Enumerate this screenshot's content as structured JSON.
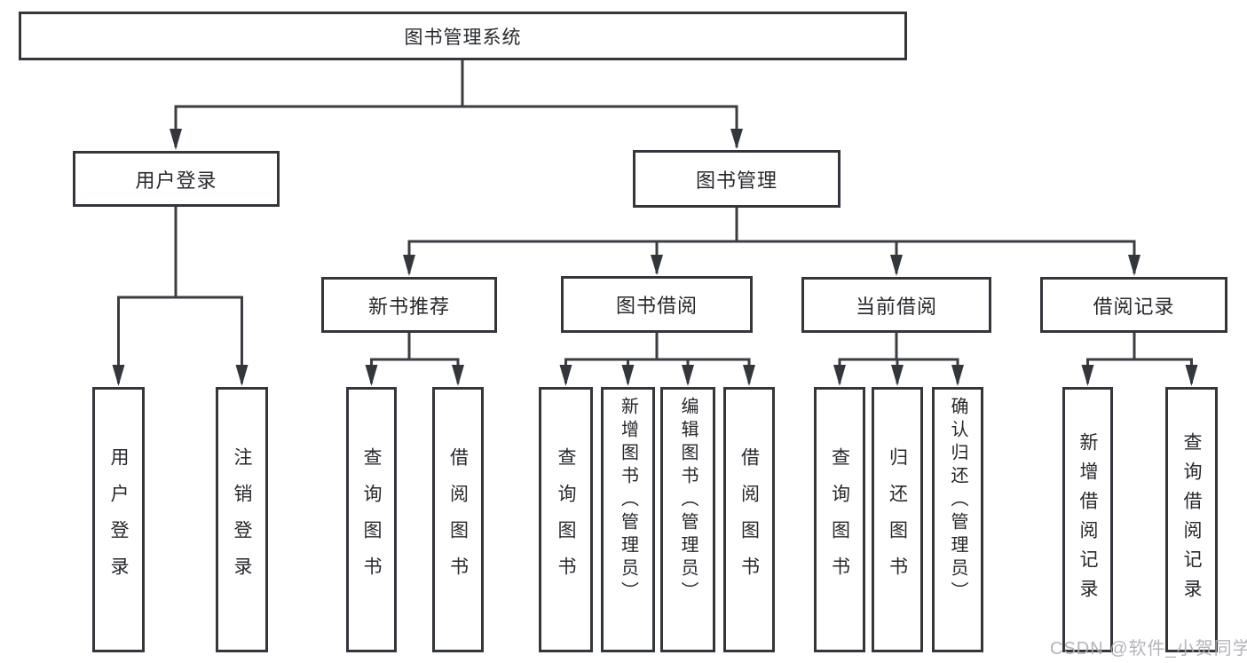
{
  "diagram": {
    "nodes": {
      "root": "图书管理系统",
      "user_login": "用户登录",
      "book_management": "图书管理",
      "login_leaf": "用户登录",
      "logout_leaf": "注销登录",
      "new_book_rec": "新书推荐",
      "book_borrow": "图书借阅",
      "current_borrow": "当前借阅",
      "borrow_record": "借阅记录",
      "nbr_query": "查询图书",
      "nbr_borrow": "借阅图书",
      "bb_query": "查询图书",
      "bb_add": "新增图书（管理员）",
      "bb_edit": "编辑图书（管理员）",
      "bb_borrow": "借阅图书",
      "cb_query": "查询图书",
      "cb_return": "归还图书",
      "cb_confirm": "确认归还（管理员）",
      "br_add": "新增借阅记录",
      "br_query": "查询借阅记录"
    },
    "structure": {
      "图书管理系统": {
        "用户登录": [
          "用户登录",
          "注销登录"
        ],
        "图书管理": {
          "新书推荐": [
            "查询图书",
            "借阅图书"
          ],
          "图书借阅": [
            "查询图书",
            "新增图书（管理员）",
            "编辑图书（管理员）",
            "借阅图书"
          ],
          "当前借阅": [
            "查询图书",
            "归还图书",
            "确认归还（管理员）"
          ],
          "借阅记录": [
            "新增借阅记录",
            "查询借阅记录"
          ]
        }
      }
    }
  },
  "watermark": {
    "text": "CSDN @软件_小贺同学"
  },
  "colors": {
    "background": "#ffffff",
    "box_border": "#33363b",
    "line": "#3a3d42",
    "text": "#26282c",
    "watermark": "#acadb4"
  }
}
